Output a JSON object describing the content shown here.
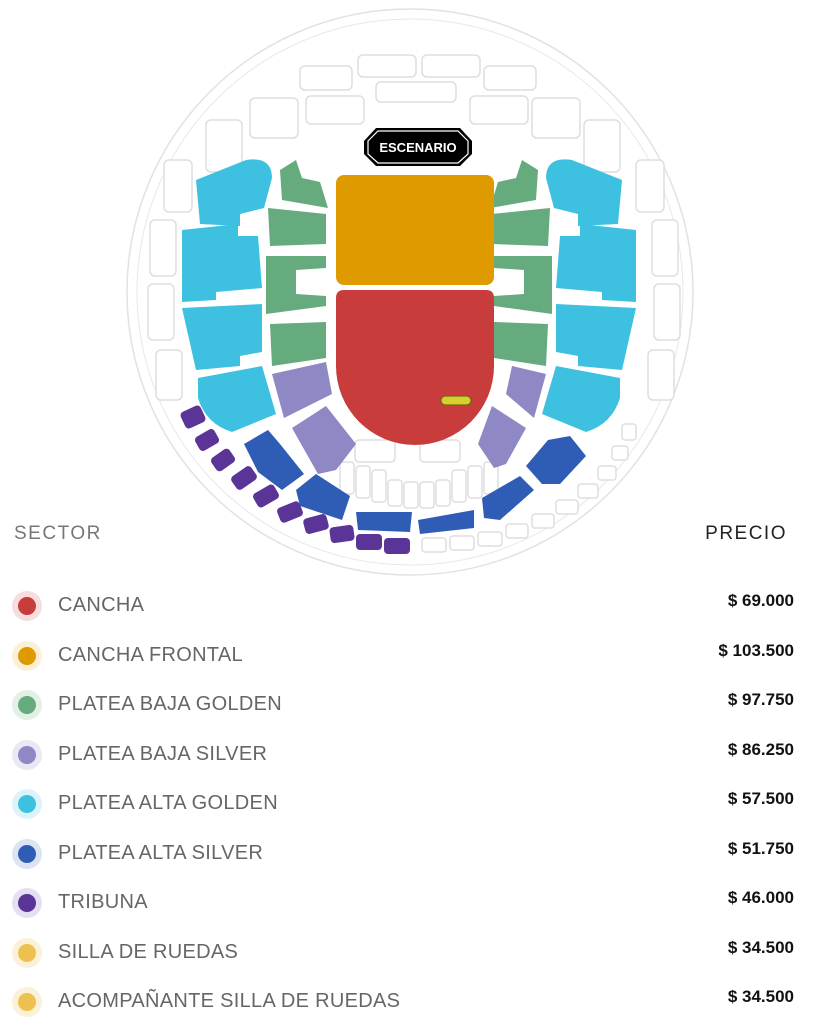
{
  "stage_label": "ESCENARIO",
  "table_header": {
    "sector": "SECTOR",
    "price": "PRECIO"
  },
  "colors": {
    "CANCHA": "#c83c3c",
    "CANCHA FRONTAL": "#df9a00",
    "PLATEA BAJA GOLDEN": "#65ab7e",
    "PLATEA BAJA SILVER": "#8e88c4",
    "PLATEA ALTA GOLDEN": "#3ec1e1",
    "PLATEA ALTA SILVER": "#2f5db6",
    "TRIBUNA": "#5a3497",
    "SILLA DE RUEDAS": "#eec050",
    "accessible_marker": "#d8cf2c",
    "unavailable": "#e4e4e4"
  },
  "sectors": [
    {
      "name": "CANCHA",
      "price": "$ 69.000",
      "color": "#c83c3c",
      "halo": "#f6dede"
    },
    {
      "name": "CANCHA FRONTAL",
      "price": "$ 103.500",
      "color": "#df9a00",
      "halo": "#fbefd6"
    },
    {
      "name": "PLATEA BAJA GOLDEN",
      "price": "$ 97.750",
      "color": "#65ab7e",
      "halo": "#e2f0e6"
    },
    {
      "name": "PLATEA BAJA SILVER",
      "price": "$ 86.250",
      "color": "#8e88c4",
      "halo": "#e9e8f4"
    },
    {
      "name": "PLATEA ALTA GOLDEN",
      "price": "$ 57.500",
      "color": "#3ec1e1",
      "halo": "#dcf3f9"
    },
    {
      "name": "PLATEA ALTA SILVER",
      "price": "$ 51.750",
      "color": "#2f5db6",
      "halo": "#dce4f3"
    },
    {
      "name": "TRIBUNA",
      "price": "$ 46.000",
      "color": "#5a3497",
      "halo": "#e6def2"
    },
    {
      "name": "SILLA DE RUEDAS",
      "price": "$ 34.500",
      "color": "#eec050",
      "halo": "#fbf1d8"
    },
    {
      "name": "ACOMPAÑANTE SILLA DE RUEDAS",
      "price": "$ 34.500",
      "color": "#eec050",
      "halo": "#fbf1d8"
    }
  ]
}
